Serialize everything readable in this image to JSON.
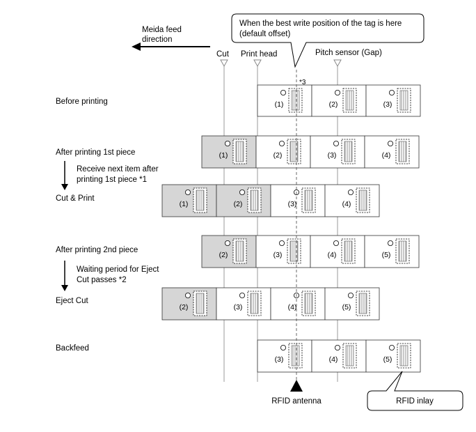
{
  "header": {
    "feed_direction_line1": "Meida feed",
    "feed_direction_line2": "direction",
    "callout_line1": "When the best write position of the tag is here",
    "callout_line2": "(default offset)",
    "cut_label": "Cut",
    "print_head_label": "Print head",
    "pitch_sensor_label": "Pitch sensor (Gap)",
    "note3_label": "*3"
  },
  "steps": {
    "before_printing": "Before printing",
    "after_first": "After printing 1st piece",
    "receive_line1": "Receive next item after",
    "receive_line2": "printing 1st piece *1",
    "cut_print": "Cut & Print",
    "after_second": "After printing 2nd piece",
    "waiting_line1": "Waiting period for Eject",
    "waiting_line2": "Cut passes *2",
    "eject_cut": "Eject Cut",
    "backfeed": "Backfeed"
  },
  "labels": {
    "row1": [
      "(1)",
      "(2)",
      "(3)"
    ],
    "row2": [
      "(1)",
      "(2)",
      "(3)",
      "(4)"
    ],
    "row3": [
      "(1)",
      "(2)",
      "(3)",
      "(4)"
    ],
    "row4": [
      "(2)",
      "(3)",
      "(4)",
      "(5)"
    ],
    "row5": [
      "(2)",
      "(3)",
      "(4)",
      "(5)"
    ],
    "row6": [
      "(3)",
      "(4)",
      "(5)"
    ]
  },
  "footer": {
    "rfid_antenna": "RFID antenna",
    "rfid_inlay": "RFID inlay"
  }
}
